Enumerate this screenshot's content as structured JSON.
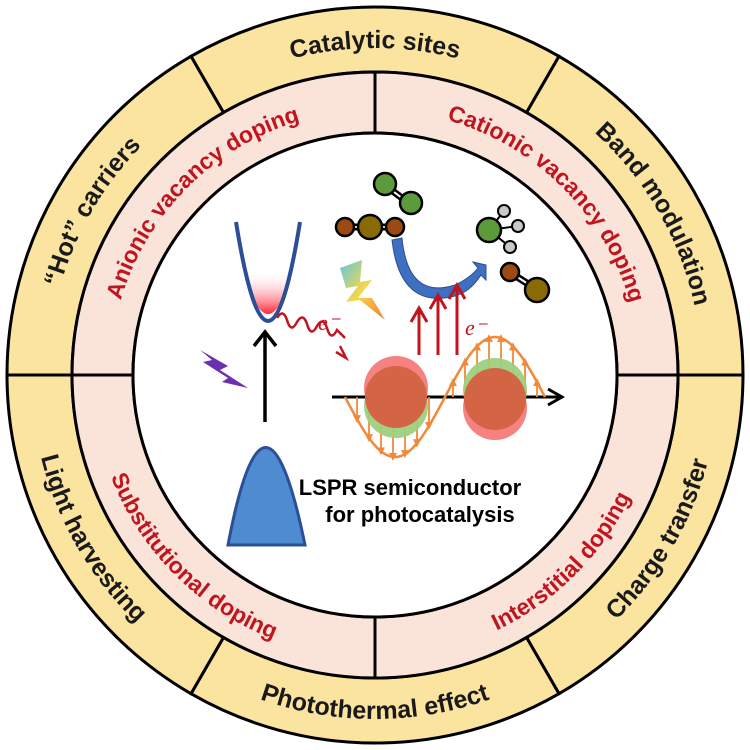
{
  "center": {
    "title_line1": "LSPR semiconductor",
    "title_line2": "for photocatalysis",
    "electron_label_left": "e⁻",
    "electron_label_right": "e⁻"
  },
  "inner_ring": [
    {
      "label": "Anionic vacancy doping"
    },
    {
      "label": "Cationic vacancy doping"
    },
    {
      "label": "Interstitial doping"
    },
    {
      "label": "Substitutional doping"
    }
  ],
  "outer_ring": [
    {
      "label": "Catalytic sites"
    },
    {
      "label": "Band modulation"
    },
    {
      "label": "Charge transfer"
    },
    {
      "label": "Photothermal effect"
    },
    {
      "label": "Light harvesting"
    },
    {
      "label": "“Hot” carriers"
    }
  ],
  "colors": {
    "outer_ring_fill": "#fbe3a0",
    "inner_ring_fill": "#fae3d9",
    "inner_text": "#c0141e",
    "band_blue": "#4f8bd0",
    "band_outline": "#2a4f96",
    "wave_orange": "#f0893a",
    "molecule_green": "#5c9a3c",
    "molecule_brown": "#9a4a12",
    "molecule_olive": "#8a6a05"
  }
}
